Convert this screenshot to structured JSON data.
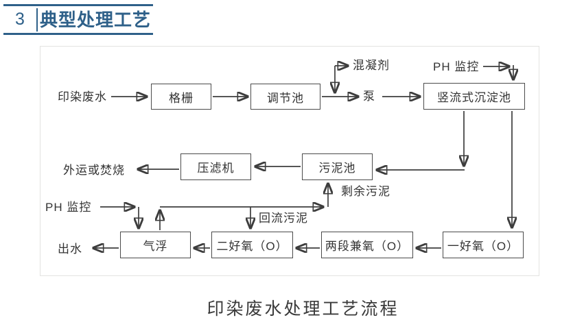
{
  "header": {
    "number": "3",
    "title": "典型处理工艺"
  },
  "diagram": {
    "boxes": [
      {
        "label": "格栅"
      },
      {
        "label": "调节池"
      },
      {
        "label": "竖流式沉淀池"
      },
      {
        "label": "压滤机"
      },
      {
        "label": "污泥池"
      },
      {
        "label": "气浮"
      },
      {
        "label": "二好氧（O）"
      },
      {
        "label": "两段兼氧（O）"
      },
      {
        "label": "一好氧（O）"
      }
    ],
    "labels": {
      "influent": "印染废水",
      "coagulant": "混凝剂",
      "pump": "泵",
      "ph_monitor_top": "PH 监控",
      "disposal": "外运或焚烧",
      "excess_sludge": "剩余污泥",
      "ph_monitor_bottom": "PH 监控",
      "return_sludge": "回流污泥",
      "effluent": "出水"
    }
  },
  "caption": "印染废水处理工艺流程",
  "colors": {
    "accent": "#2e6089",
    "line": "#3d3d3d"
  }
}
